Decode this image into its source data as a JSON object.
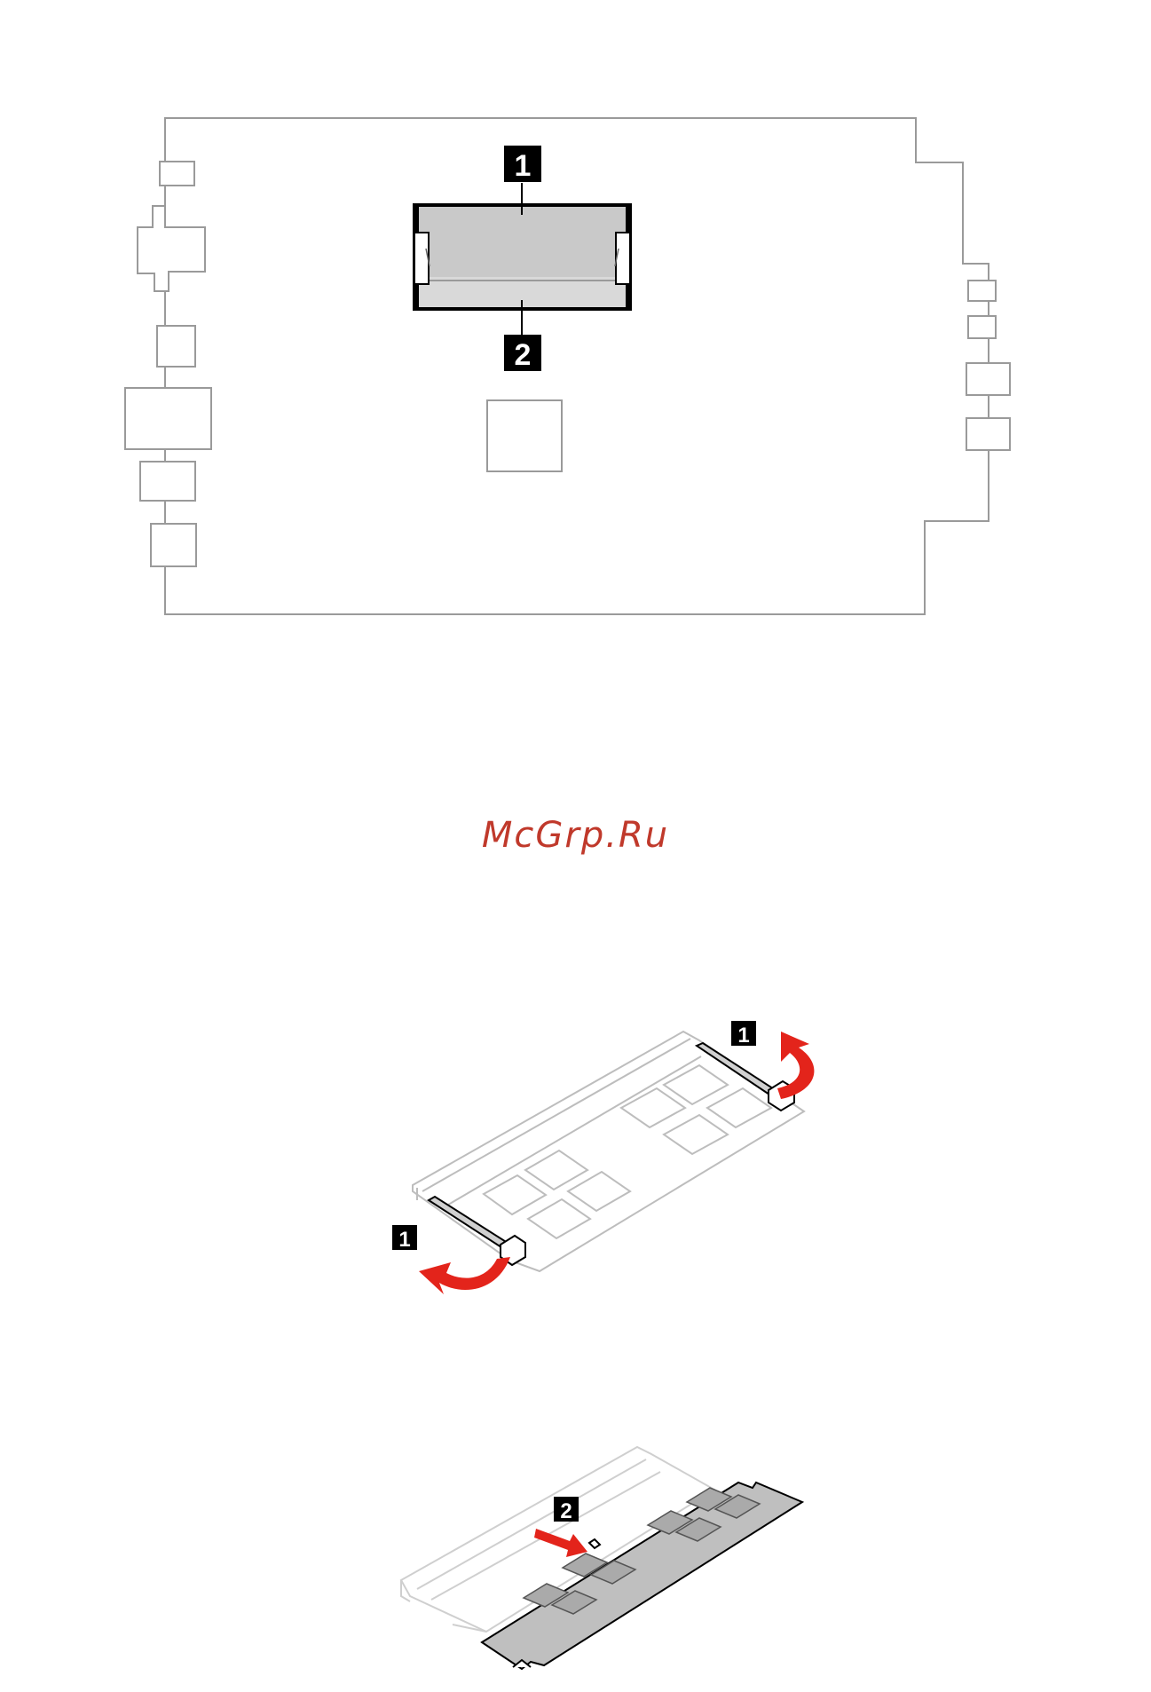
{
  "callouts": {
    "top_label_1": "1",
    "top_label_2": "2",
    "mid_label_1a": "1",
    "mid_label_1b": "1",
    "bottom_label_2": "2"
  },
  "watermark": {
    "text": "McGrp.Ru"
  },
  "colors": {
    "outline": "#9a9a9a",
    "callout_bg": "#000000",
    "module_fill": "#bfbfbf",
    "arrow": "#e3241b",
    "watermark": "#c0392b"
  },
  "icons": {
    "arrow_curved": "curved-arrow-icon",
    "arrow_straight": "straight-arrow-icon"
  }
}
